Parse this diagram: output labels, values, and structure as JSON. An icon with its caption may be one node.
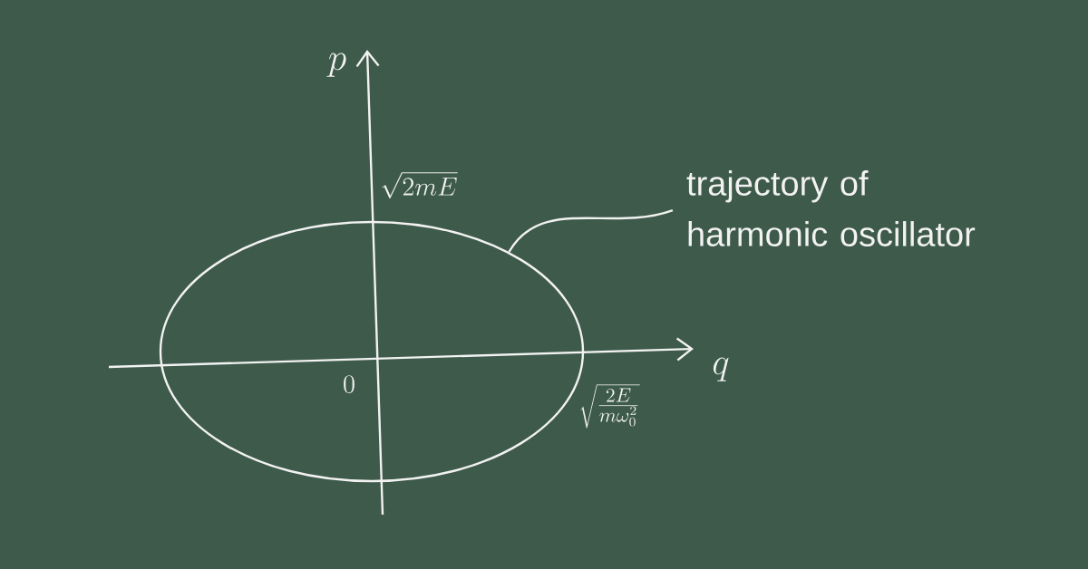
{
  "diagram": {
    "nodes": [
      {
        "text": [
          "trajectory of harmonic oscillator"
        ]
      },
      {
        "text": [],
        "shape": "ellipse"
      }
    ],
    "edges": [
      {
        "from": 0,
        "to": 1,
        "arrow": "none"
      }
    ],
    "labels": [
      "p",
      "\\sqrt{2mE}",
      "q",
      "0",
      "\\sqrt{\\frac{2E}{m\\omega_0^2}}"
    ]
  }
}
